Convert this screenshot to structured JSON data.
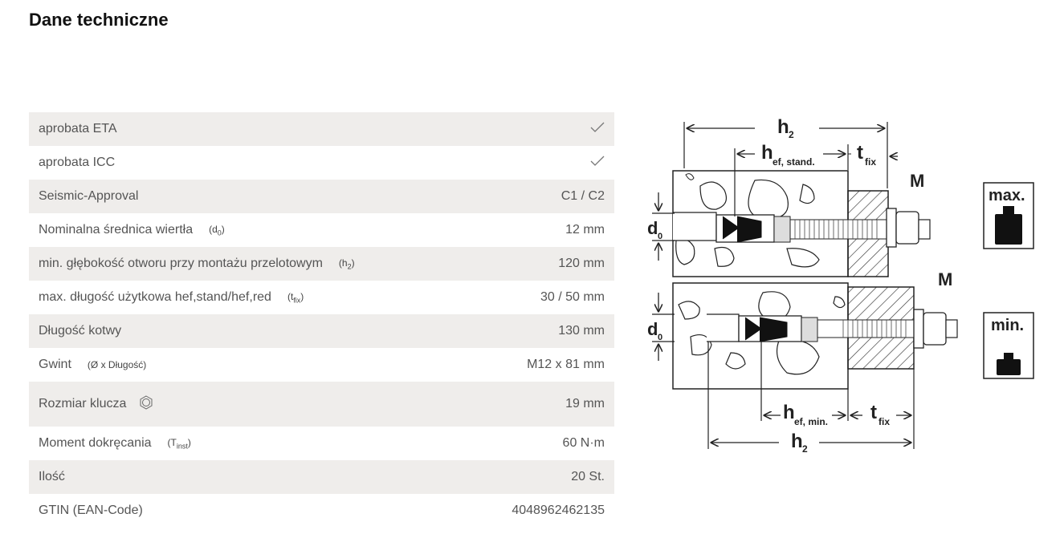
{
  "page": {
    "title": "Dane techniczne"
  },
  "specs": [
    {
      "label": "aprobata ETA",
      "symbol": "",
      "value": "",
      "icon": "checkmark-icon"
    },
    {
      "label": "aprobata ICC",
      "symbol": "",
      "value": "",
      "icon": "checkmark-icon"
    },
    {
      "label": "Seismic-Approval",
      "symbol": "",
      "value": "C1 / C2"
    },
    {
      "label": "Nominalna średnica wiertła",
      "symbol": "d",
      "symbol_sub": "0",
      "value": "12 mm"
    },
    {
      "label": "min. głębokość otworu przy montażu przelotowym",
      "symbol": "h",
      "symbol_sub": "2",
      "value": "120 mm"
    },
    {
      "label": "max. długość użytkowa hef,stand/hef,red",
      "symbol": "t",
      "symbol_sub": "fix",
      "value": "30 / 50 mm"
    },
    {
      "label": "Długość kotwy",
      "symbol": "",
      "value": "130 mm"
    },
    {
      "label": "Gwint",
      "symbol": "Ø x Długość",
      "value": "M12 x 81 mm"
    },
    {
      "label": "Rozmiar klucza",
      "symbol": "",
      "value": "19 mm",
      "icon": "hexagon-icon"
    },
    {
      "label": "Moment dokręcania",
      "symbol": "T",
      "symbol_sub": "inst",
      "value": "60 N·m"
    },
    {
      "label": "Ilość",
      "symbol": "",
      "value": "20 St."
    },
    {
      "label": "GTIN (EAN-Code)",
      "symbol": "",
      "value": "4048962462135"
    }
  ],
  "diagram": {
    "labels": {
      "h2": "h",
      "h2_sub": "2",
      "hef_stand": "h",
      "hef_stand_sub": "ef, stand.",
      "tfix": "t",
      "tfix_sub": "fix",
      "M": "M",
      "d0": "d",
      "d0_sub": "0",
      "hef_min": "h",
      "hef_min_sub": "ef, min.",
      "max": "max.",
      "min": "min."
    }
  }
}
